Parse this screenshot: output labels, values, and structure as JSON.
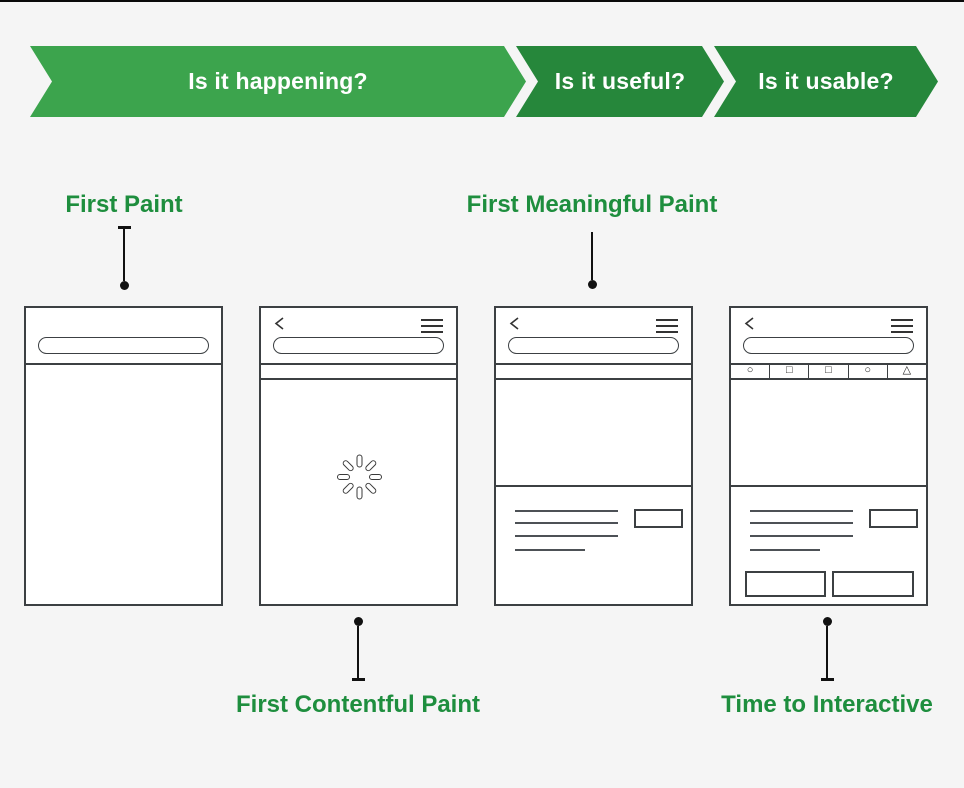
{
  "banner": {
    "segments": [
      {
        "label": "Is it happening?",
        "color": "#3CA44D"
      },
      {
        "label": "Is it useful?",
        "color": "#26873B"
      },
      {
        "label": "Is it usable?",
        "color": "#26873B"
      }
    ]
  },
  "metrics": {
    "first_paint": {
      "label": "First Paint"
    },
    "first_contentful_paint": {
      "label": "First Contentful Paint"
    },
    "first_meaningful_paint": {
      "label": "First Meaningful Paint"
    },
    "time_to_interactive": {
      "label": "Time to Interactive"
    }
  },
  "toolbar_icons": [
    {
      "name": "circle-icon",
      "glyph": "○"
    },
    {
      "name": "square-icon",
      "glyph": "□"
    },
    {
      "name": "square-icon",
      "glyph": "□"
    },
    {
      "name": "circle-icon",
      "glyph": "○"
    },
    {
      "name": "triangle-icon",
      "glyph": "△"
    }
  ],
  "colors": {
    "background": "#f5f5f5",
    "banner_light_green": "#3CA44D",
    "banner_dark_green": "#26873B",
    "label_green": "#1E8E3E",
    "wireframe_border": "#3c4043"
  }
}
